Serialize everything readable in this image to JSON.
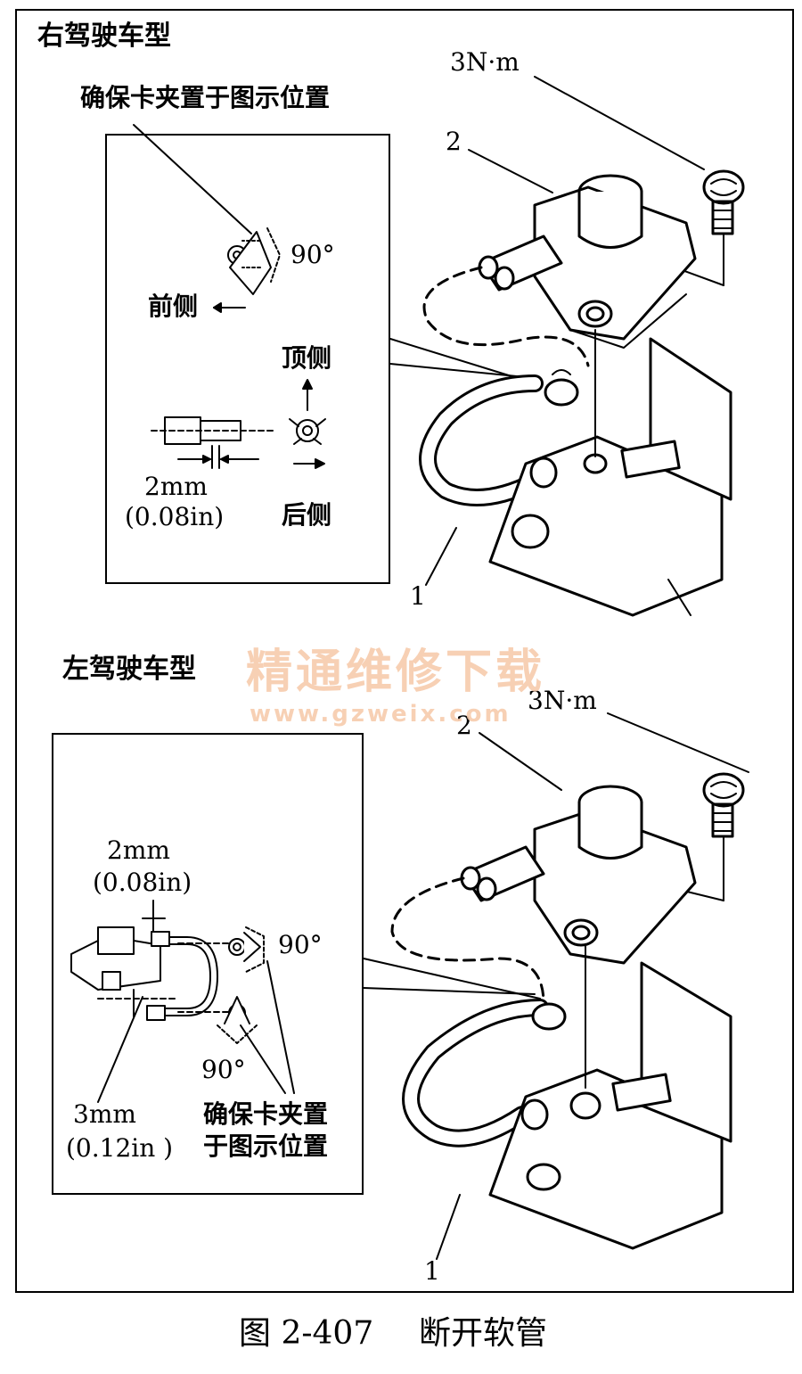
{
  "top": {
    "heading": "右驾驶车型",
    "torque": "3N·m",
    "note": "确保卡夹置于图示位置",
    "angle": "90°",
    "front": "前侧",
    "topside": "顶侧",
    "rear": "后侧",
    "dim_mm": "2mm",
    "dim_in": "(0.08in)",
    "callout_1": "1",
    "callout_2": "2"
  },
  "bottom": {
    "heading": "左驾驶车型",
    "torque": "3N·m",
    "dim_top_mm": "2mm",
    "dim_top_in": "(0.08in)",
    "angle_a": "90°",
    "angle_b": "90°",
    "dim_bot_mm": "3mm",
    "dim_bot_in": "(0.12in )",
    "note_line1": "确保卡夹置",
    "note_line2": "于图示位置",
    "callout_1": "1",
    "callout_2": "2"
  },
  "watermark": {
    "cn": "精通维修下载",
    "url": "www.gzweix.com"
  },
  "caption": {
    "number": "图 2-407",
    "title": "断开软管"
  }
}
